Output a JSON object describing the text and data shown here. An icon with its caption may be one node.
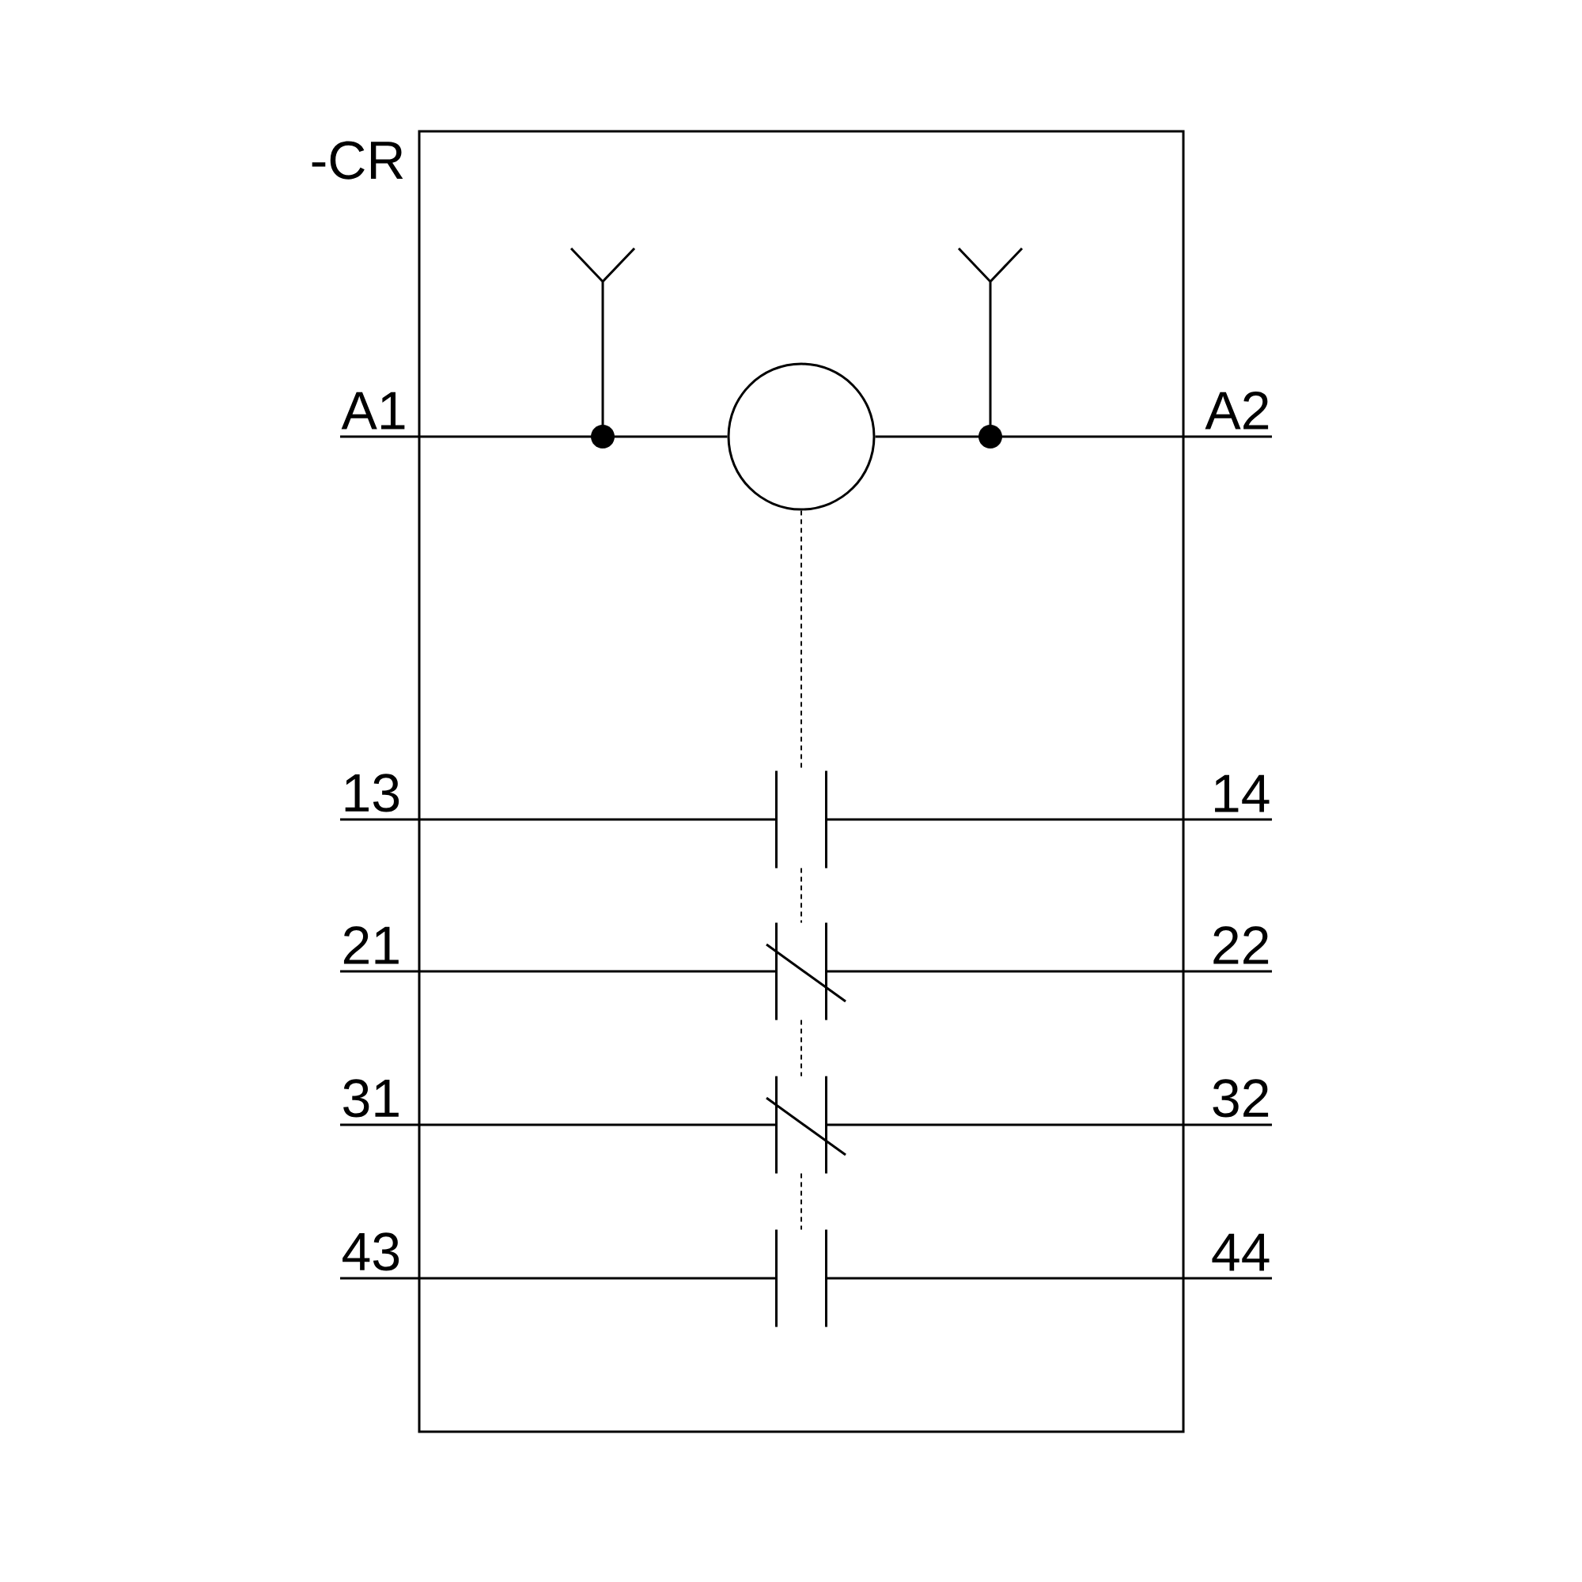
{
  "diagram": {
    "nodes": [
      {
        "text": [
          "-CR"
        ]
      },
      {
        "text": [
          "A1"
        ]
      },
      {
        "text": [],
        "shape": "circle",
        "in": 0
      },
      {
        "text": [
          "A2"
        ]
      },
      {
        "text": [
          "13"
        ]
      },
      {
        "text": [],
        "shape": "contact",
        "in": 0
      },
      {
        "text": [
          "14"
        ]
      },
      {
        "text": [
          "21"
        ]
      },
      {
        "text": [],
        "shape": "slashed-contact",
        "in": 0
      },
      {
        "text": [
          "22"
        ]
      },
      {
        "text": [
          "31"
        ]
      },
      {
        "text": [],
        "shape": "slashed-contact",
        "in": 0
      },
      {
        "text": [
          "32"
        ]
      },
      {
        "text": [
          "43"
        ]
      },
      {
        "text": [],
        "shape": "contact",
        "in": 0
      },
      {
        "text": [
          "44"
        ]
      }
    ],
    "edges": [
      {
        "from": 1,
        "to": 2,
        "arrow": "none"
      },
      {
        "from": 2,
        "to": 3,
        "arrow": "none"
      },
      {
        "from": 4,
        "to": 5,
        "arrow": "none"
      },
      {
        "from": 5,
        "to": 6,
        "arrow": "none"
      },
      {
        "from": 7,
        "to": 8,
        "arrow": "none"
      },
      {
        "from": 8,
        "to": 9,
        "arrow": "none"
      },
      {
        "from": 10,
        "to": 11,
        "arrow": "none"
      },
      {
        "from": 11,
        "to": 12,
        "arrow": "none"
      },
      {
        "from": 13,
        "to": 14,
        "arrow": "none"
      },
      {
        "from": 14,
        "to": 15,
        "arrow": "none"
      },
      {
        "from": 2,
        "to": 5,
        "arrow": "none",
        "style": "dashed"
      },
      {
        "from": 5,
        "to": 8,
        "arrow": "none",
        "style": "dashed"
      },
      {
        "from": 8,
        "to": 11,
        "arrow": "none",
        "style": "dashed"
      },
      {
        "from": 11,
        "to": 14,
        "arrow": "none",
        "style": "dashed"
      }
    ]
  }
}
